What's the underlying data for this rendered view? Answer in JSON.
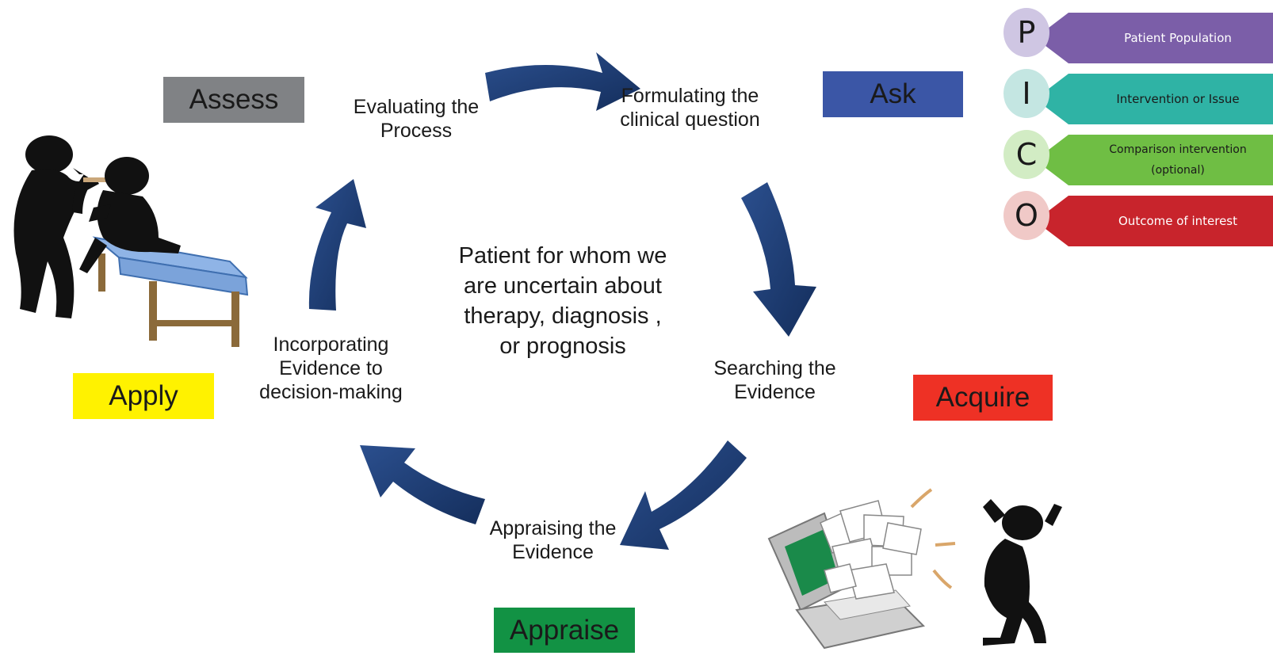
{
  "center_text": "Patient for whom we are uncertain about therapy, diagnosis , or prognosis",
  "steps": {
    "evaluating": "Evaluating the Process",
    "formulating": "Formulating the clinical question",
    "searching": "Searching the Evidence",
    "appraising": "Appraising the Evidence",
    "incorporating": "Incorporating Evidence to decision-making"
  },
  "tags": {
    "assess": {
      "label": "Assess",
      "color": "#808285"
    },
    "ask": {
      "label": "Ask",
      "color": "#3b56a6"
    },
    "acquire": {
      "label": "Acquire",
      "color": "#ee3125"
    },
    "appraise": {
      "label": "Appraise",
      "color": "#129244"
    },
    "apply": {
      "label": "Apply",
      "color": "#fff200"
    }
  },
  "pico": [
    {
      "letter": "P",
      "label": "Patient Population",
      "bar_color": "#7b5ea8",
      "circle_color": "#cfc6e3"
    },
    {
      "letter": "I",
      "label": "Intervention or Issue",
      "bar_color": "#2fb3a5",
      "circle_color": "#c4e6e2"
    },
    {
      "letter": "C",
      "label": "Comparison intervention (optional)",
      "bar_color": "#6fbe44",
      "circle_color": "#d2ecc4"
    },
    {
      "letter": "O",
      "label": "Outcome of interest",
      "bar_color": "#c8242c",
      "circle_color": "#f0c9c7"
    }
  ],
  "arrow_color": "#1d3a70"
}
